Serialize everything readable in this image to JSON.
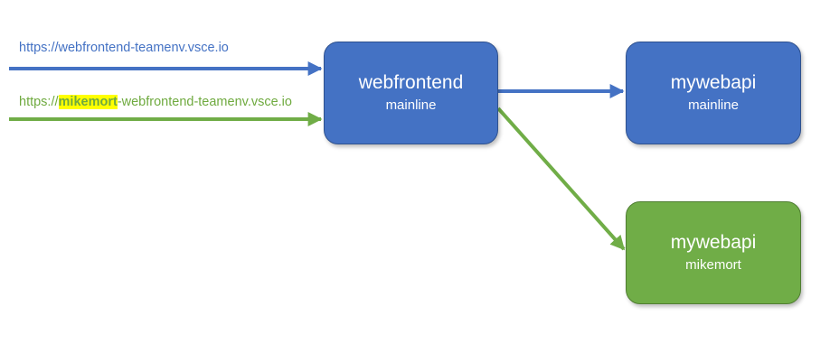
{
  "routes": {
    "default_url": "https://webfrontend-teamenv.vsce.io",
    "dev_url_prefix": "https://",
    "dev_url_highlight": "mikemort",
    "dev_url_suffix": "-webfrontend-teamenv.vsce.io"
  },
  "nodes": {
    "webfrontend": {
      "title": "webfrontend",
      "subtitle": "mainline"
    },
    "mywebapi_mainline": {
      "title": "mywebapi",
      "subtitle": "mainline"
    },
    "mywebapi_mikemort": {
      "title": "mywebapi",
      "subtitle": "mikemort"
    }
  },
  "colors": {
    "blue": "#4472c4",
    "green": "#70ad47",
    "highlight": "#ffff00"
  }
}
